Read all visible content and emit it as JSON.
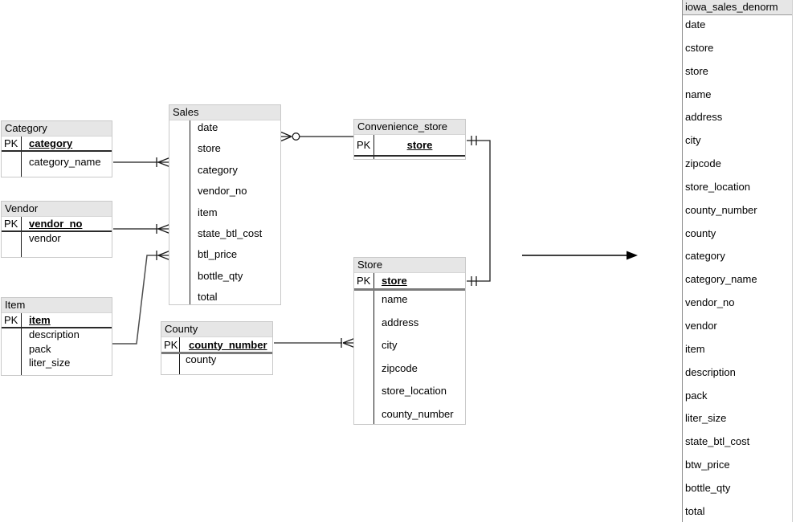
{
  "diagram": {
    "tables": {
      "category": {
        "title": "Category",
        "pk_label": "PK",
        "pk": "category",
        "fields": [
          "category_name"
        ]
      },
      "vendor": {
        "title": "Vendor",
        "pk_label": "PK",
        "pk": "vendor_no",
        "fields": [
          "vendor"
        ]
      },
      "item": {
        "title": "Item",
        "pk_label": "PK",
        "pk": "item",
        "fields": [
          "description",
          "pack",
          "liter_size"
        ]
      },
      "sales": {
        "title": "Sales",
        "fields": [
          "date",
          "store",
          "category",
          "vendor_no",
          "item",
          "state_btl_cost",
          "btl_price",
          "bottle_qty",
          "total"
        ]
      },
      "convenience_store": {
        "title": "Convenience_store",
        "pk_label": "PK",
        "pk": "store",
        "fields": []
      },
      "store": {
        "title": "Store",
        "pk_label": "PK",
        "pk": "store",
        "fields": [
          "name",
          "address",
          "city",
          "zipcode",
          "store_location",
          "county_number"
        ]
      },
      "county": {
        "title": "County",
        "pk_label": "PK",
        "pk": "county_number",
        "fields": [
          "county"
        ]
      }
    },
    "denorm": {
      "title": "iowa_sales_denorm",
      "fields": [
        "date",
        "cstore",
        "store",
        "name",
        "address",
        "city",
        "zipcode",
        "store_location",
        "county_number",
        "county",
        "category",
        "category_name",
        "vendor_no",
        "vendor",
        "item",
        "description",
        "pack",
        "liter_size",
        "state_btl_cost",
        "btw_price",
        "bottle_qty",
        "total"
      ]
    },
    "relationships": [
      {
        "from": "Category",
        "to": "Sales",
        "from_end": "plain",
        "to_end": "one_or_many"
      },
      {
        "from": "Vendor",
        "to": "Sales",
        "from_end": "plain",
        "to_end": "one_or_many"
      },
      {
        "from": "Item",
        "to": "Sales",
        "from_end": "plain",
        "to_end": "one_or_many"
      },
      {
        "from": "Convenience_store",
        "to": "Sales",
        "from_end": "plain",
        "to_end": "zero_or_many"
      },
      {
        "from": "Convenience_store",
        "to": "Store",
        "from_end": "one_and_only_one",
        "to_end": "one_and_only_one"
      },
      {
        "from": "County",
        "to": "Store",
        "from_end": "plain",
        "to_end": "one_or_many"
      },
      {
        "from": "diagram",
        "to": "iowa_sales_denorm",
        "type": "arrow"
      }
    ],
    "colors": {
      "header_bg": "#e6e6e6",
      "table_border": "#c9c9c9",
      "line": "#1a1a1a",
      "pk_separator": "#2a2a2a"
    }
  }
}
